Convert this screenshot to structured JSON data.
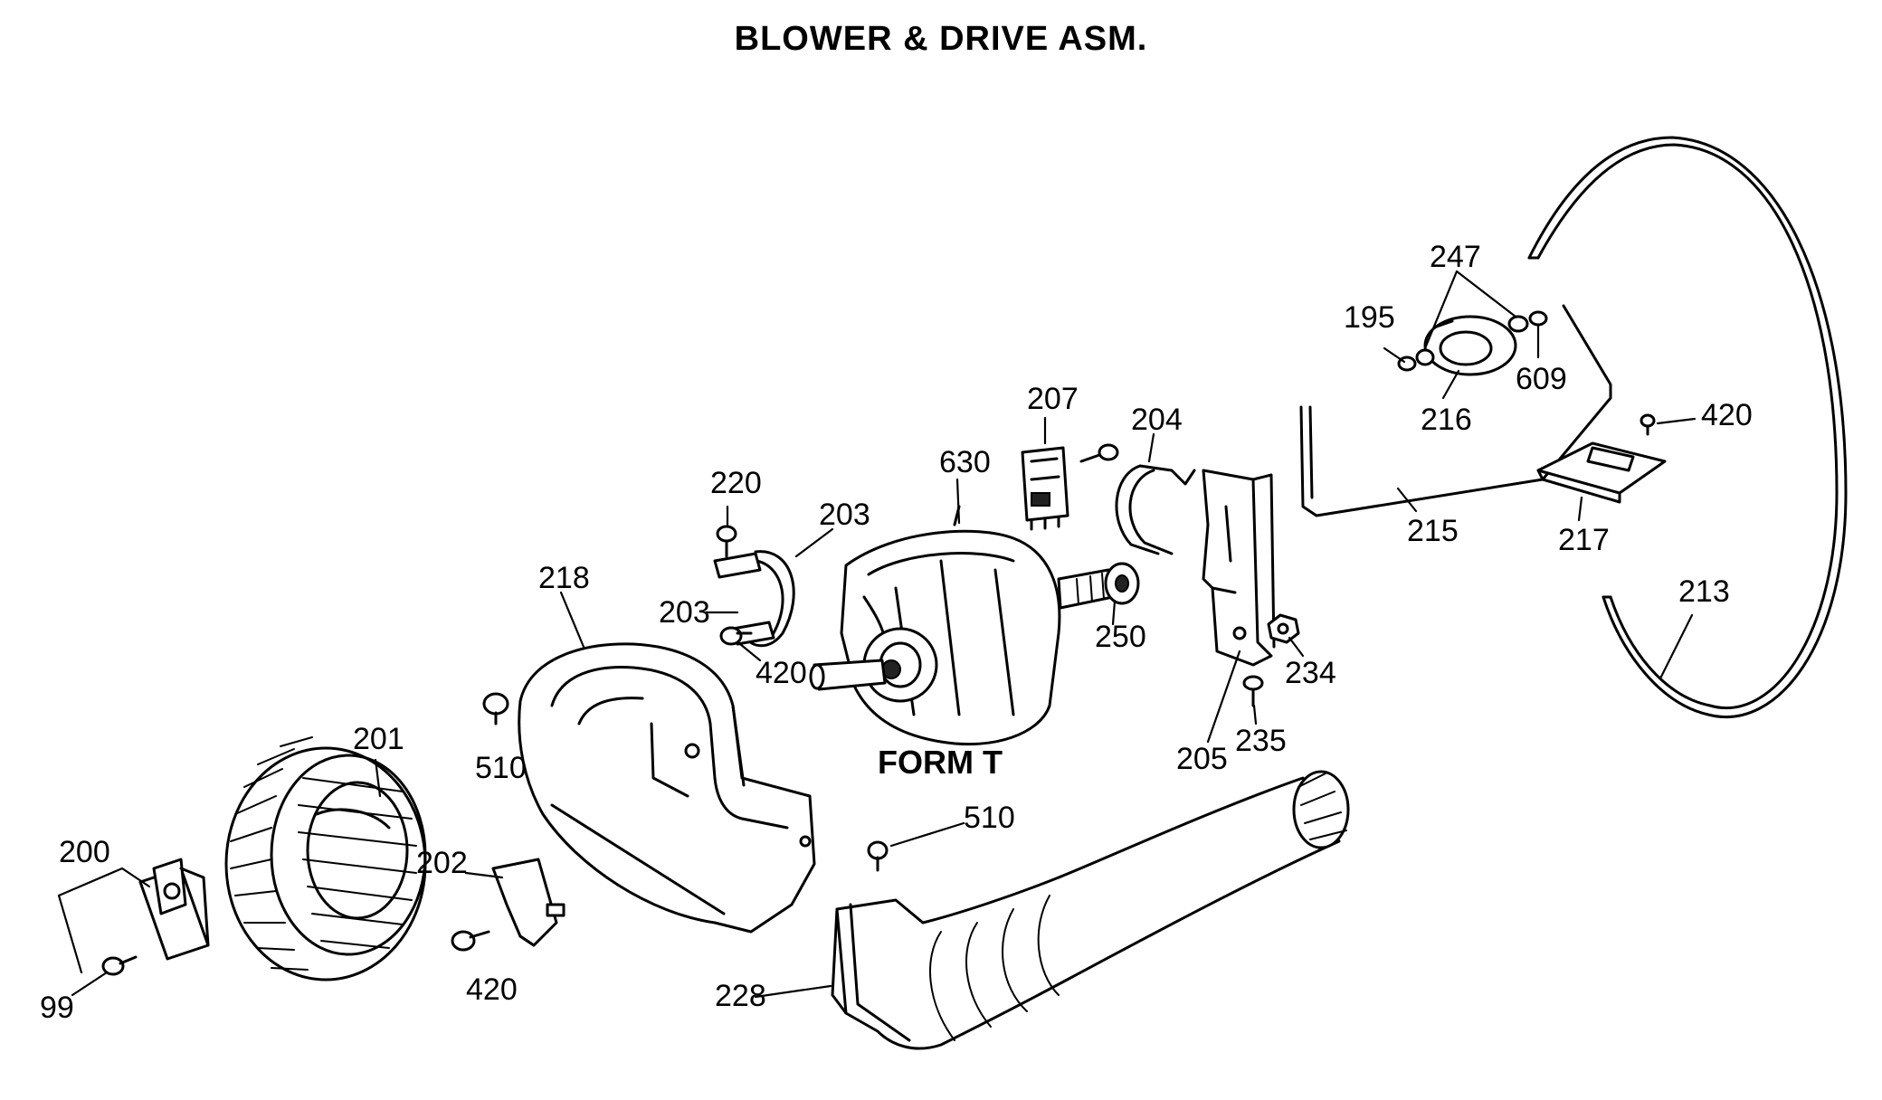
{
  "title": "BLOWER & DRIVE ASM.",
  "form_label": "FORM T",
  "parts": {
    "p200": "200",
    "p99": "99",
    "p201": "201",
    "p202": "202",
    "p420a": "420",
    "p510a": "510",
    "p218": "218",
    "p220": "220",
    "p203a": "203",
    "p203b": "203",
    "p420b": "420",
    "p630": "630",
    "p207": "207",
    "p204": "204",
    "p250": "250",
    "p205": "205",
    "p234": "234",
    "p235": "235",
    "p510b": "510",
    "p228": "228",
    "p195": "195",
    "p247": "247",
    "p609": "609",
    "p216": "216",
    "p215": "215",
    "p420c": "420",
    "p217": "217",
    "p213": "213"
  }
}
